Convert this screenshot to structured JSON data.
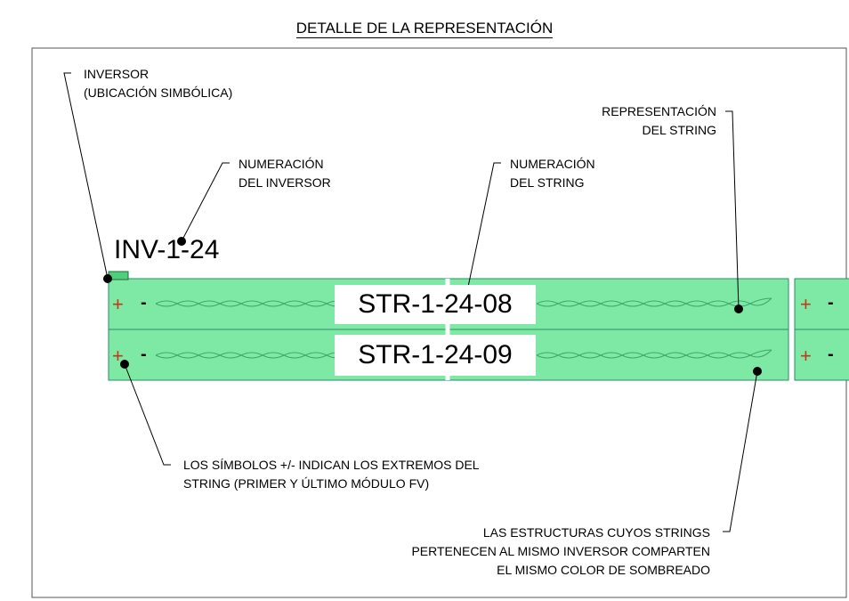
{
  "title": "DETALLE DE LA REPRESENTACIÓN",
  "inverter": {
    "label": "INV-1-24"
  },
  "strings": [
    {
      "label": "STR-1-24-08"
    },
    {
      "label": "STR-1-24-09"
    }
  ],
  "symbols": {
    "plus": "+",
    "minus": "-"
  },
  "notes": {
    "inverter_location": [
      "INVERSOR",
      "(UBICACIÓN SIMBÓLICA)"
    ],
    "inverter_numbering": [
      "NUMERACIÓN",
      "DEL INVERSOR"
    ],
    "string_numbering": [
      "NUMERACIÓN",
      "DEL STRING"
    ],
    "string_representation": [
      "REPRESENTACIÓN",
      "DEL STRING"
    ],
    "symbols_meaning": [
      "LOS SÍMBOLOS +/- INDICAN LOS EXTREMOS DEL",
      "STRING (PRIMER Y ÚLTIMO MÓDULO FV)"
    ],
    "shading_meaning": [
      "LAS ESTRUCTURAS CUYOS STRINGS",
      "PERTENECEN AL MISMO INVERSOR COMPARTEN",
      "EL MISMO COLOR DE SOMBREADO"
    ]
  },
  "colors": {
    "structure_fill": "#7ee9a4",
    "structure_border": "#2a8a67",
    "inverter_fill": "#4fcf7a",
    "string_wire": "#3aa86a",
    "plus_color": "#c0391b",
    "minus_color": "#000000",
    "frame": "#555555"
  }
}
